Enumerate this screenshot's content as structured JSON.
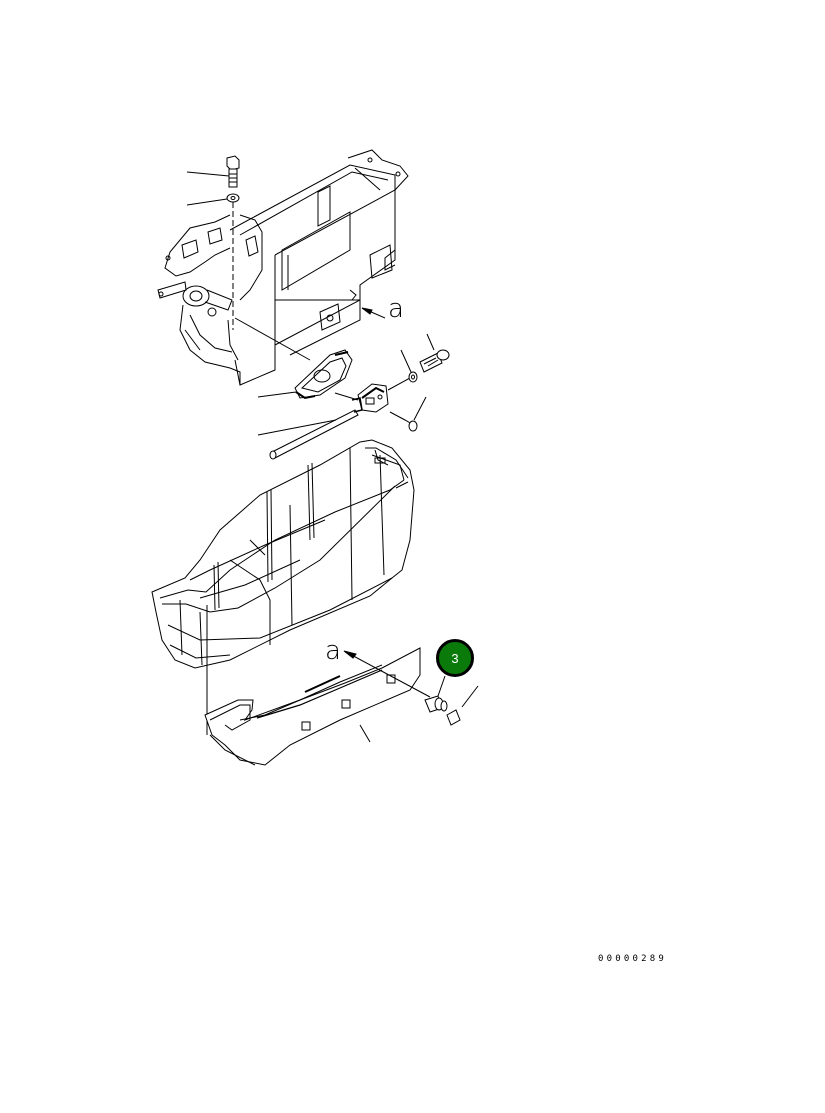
{
  "diagram": {
    "type": "exploded parts diagram",
    "drawing_code": "00000289",
    "view_labels": [
      {
        "id": "a-top",
        "text": "a"
      },
      {
        "id": "a-bottom",
        "text": "a"
      }
    ],
    "callouts": [
      {
        "number": "3",
        "fill_color": "#0a7a0a",
        "border_color": "#000000",
        "text_color": "#ffffff"
      }
    ],
    "parts": [
      {
        "name": "bolt-top"
      },
      {
        "name": "washer-top"
      },
      {
        "name": "console-frame"
      },
      {
        "name": "bracket-plate"
      },
      {
        "name": "switch-assembly"
      },
      {
        "name": "bolt-right"
      },
      {
        "name": "washer-right"
      },
      {
        "name": "screw-right"
      },
      {
        "name": "rod"
      },
      {
        "name": "console-cover"
      },
      {
        "name": "side-panel"
      },
      {
        "name": "clip-bolt"
      },
      {
        "name": "cap"
      }
    ]
  }
}
